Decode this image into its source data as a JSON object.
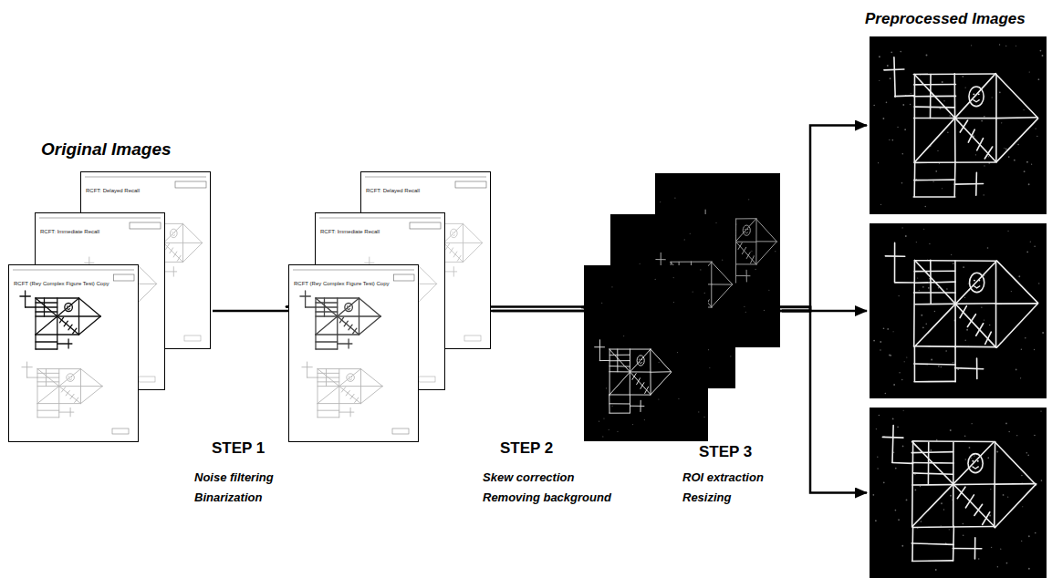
{
  "diagram": {
    "nodes": [
      {
        "text": [
          "Original Images"
        ]
      },
      {
        "text": [
          "RCFT: Delayed Recall"
        ],
        "in": 0
      },
      {
        "text": [
          "RCFT: Immediate Recall"
        ],
        "in": 0
      },
      {
        "text": [
          "RCFT (Rey Complex Figure Test) Copy"
        ],
        "in": 0
      },
      {
        "text": []
      },
      {
        "text": [
          "RCFT: Delayed Recall"
        ],
        "in": 4
      },
      {
        "text": [
          "RCFT: Immediate Recall"
        ],
        "in": 4
      },
      {
        "text": [
          "RCFT (Rey Complex Figure Test) Copy"
        ],
        "in": 4
      },
      {
        "text": []
      },
      {
        "text": [
          "Preprocessed Images"
        ]
      },
      {
        "text": []
      },
      {
        "text": []
      }
    ],
    "edges": [
      {
        "from": 0,
        "to": 4,
        "arrow": "to"
      },
      {
        "from": 4,
        "to": 8,
        "arrow": "to"
      },
      {
        "from": 8,
        "to": 9,
        "arrow": "to"
      },
      {
        "from": 8,
        "to": 10,
        "arrow": "to"
      },
      {
        "from": 8,
        "to": 11,
        "arrow": "to"
      }
    ],
    "labels": [
      "STEP 1",
      "Noise filtering",
      "Binarization",
      "STEP 2",
      "Skew correction",
      "Removing background",
      "STEP 3",
      "ROI extraction",
      "Resizing"
    ]
  }
}
